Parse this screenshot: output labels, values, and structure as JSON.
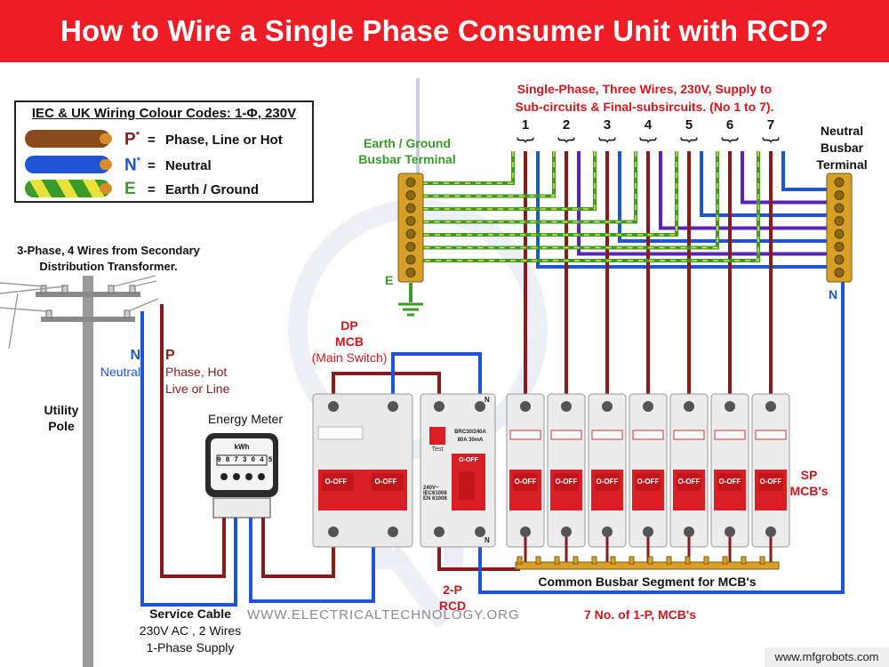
{
  "title": "How to Wire a Single Phase Consumer Unit with RCD?",
  "colors": {
    "banner": "#ee1c24",
    "phase": "#8b1a1a",
    "neutral": "#1e54d6",
    "earth_green": "#3a9a2a",
    "earth_yellow": "#e9e23a",
    "label_red": "#d4161c",
    "purple": "#5a22b8"
  },
  "color_codes": {
    "title": "IEC & UK Wiring Colour Codes: 1-Φ, 230V",
    "rows": [
      {
        "letter": "P",
        "sup": "*",
        "eq": "=",
        "label": "Phase, Line or  Hot",
        "color": "#8b1a1a",
        "icon": "brown-wire-icon"
      },
      {
        "letter": "N",
        "sup": "*",
        "eq": "=",
        "label": "Neutral",
        "color": "#1e54d6",
        "icon": "blue-wire-icon"
      },
      {
        "letter": "E",
        "sup": "",
        "eq": "=",
        "label": "Earth / Ground",
        "color": "#3a9a2a",
        "icon": "green-yellow-wire-icon"
      }
    ]
  },
  "supply": {
    "line1": "Single-Phase, Three Wires, 230V, Supply to",
    "line2": "Sub-circuits & Final-subsircuits. (No 1 to 7).",
    "circuits": [
      "1",
      "2",
      "3",
      "4",
      "5",
      "6",
      "7"
    ]
  },
  "earth_busbar": {
    "line1": "Earth / Ground",
    "line2": "Busbar Terminal",
    "letter": "E"
  },
  "neutral_busbar": {
    "line1": "Neutral",
    "line2": "Busbar",
    "line3": "Terminal",
    "letter": "N"
  },
  "transformer": {
    "line1": "3-Phase, 4 Wires from Secondary",
    "line2": "Distribution Transformer."
  },
  "pole": {
    "line1": "Utility",
    "line2": "Pole"
  },
  "neutral_label": {
    "letter": "N",
    "text": "Neutral"
  },
  "phase_label": {
    "letter": "P",
    "line1": "Phase, Hot",
    "line2": "Live or Line"
  },
  "meter": {
    "title": "Energy Meter",
    "unit": "kWh",
    "reading": "9 8 7 3 0 4 5"
  },
  "dp_mcb": {
    "line1": "DP",
    "line2": "MCB",
    "line3": "(Main Switch)"
  },
  "rcd": {
    "line1": "2-P",
    "line2": "RCD",
    "test": "Test",
    "model": "BRC30/240A",
    "rating": "80A 30mA",
    "spec1": "240V~",
    "spec2": "IEC61008",
    "spec3": "EN 61008",
    "off": "O-OFF",
    "n_top": "N",
    "n_bottom": "N"
  },
  "mcb_off": "O-OFF",
  "sp_mcbs": {
    "line1": "SP",
    "line2": "MCB's"
  },
  "busbar_segment": "Common Busbar Segment for MCB's",
  "service_cable": {
    "line1": "Service Cable",
    "line2": "230V AC , 2 Wires",
    "line3": "1-Phase Supply"
  },
  "watermark": "WWW.ELECTRICALTECHNOLOGY.ORG",
  "mcb_count": "7 No. of 1-P, MCB's",
  "credit": "www.mfgrobots.com"
}
